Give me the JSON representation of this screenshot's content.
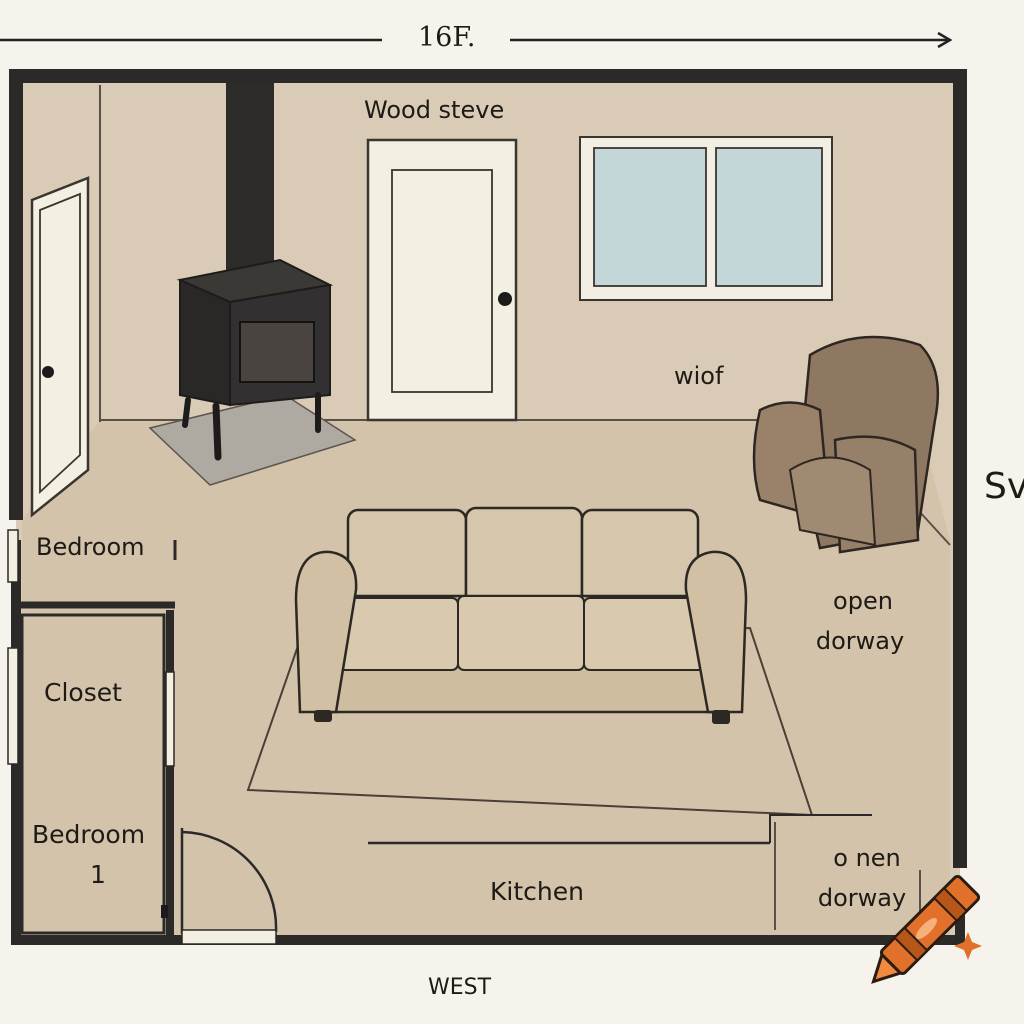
{
  "dimension": {
    "label": "16F."
  },
  "labels": {
    "wood_stove": "Wood steve",
    "window_note": "wiof",
    "bedroom": "Bedroom",
    "closet": "Closet",
    "bedroom_1_line1": "Bedroom",
    "bedroom_1_line2": "1",
    "kitchen": "Kitchen",
    "open_doorway_1_line1": "open",
    "open_doorway_1_line2": "dorway",
    "open_doorway_2_line1": "o nen",
    "open_doorway_2_line2": "dorway",
    "west": "WEST",
    "edge_text": "Sv"
  },
  "colors": {
    "wall": "#2c2a28",
    "room_wall": "#d9cbb6",
    "floor": "#d1c1a8",
    "sofa": "#d6c6ab",
    "armchair": "#8c7560",
    "stove": "#2e2c2a",
    "window_glass": "#c3d6d8",
    "door": "#f4efe3",
    "crayon": "#e0702a"
  },
  "icons": [
    "crayon-icon"
  ]
}
